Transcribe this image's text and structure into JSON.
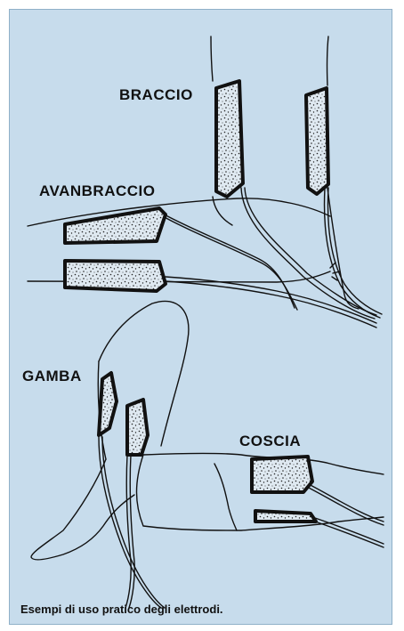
{
  "labels": {
    "braccio": "BRACCIO",
    "avanbraccio": "AVANBRACCIO",
    "gamba": "GAMBA",
    "coscia": "COSCIA"
  },
  "caption": "Esempi di uso pratico degli elettrodi.",
  "colors": {
    "background": "#c7dcec",
    "ink": "#111111",
    "pad_fill": "#dfe9f1"
  }
}
